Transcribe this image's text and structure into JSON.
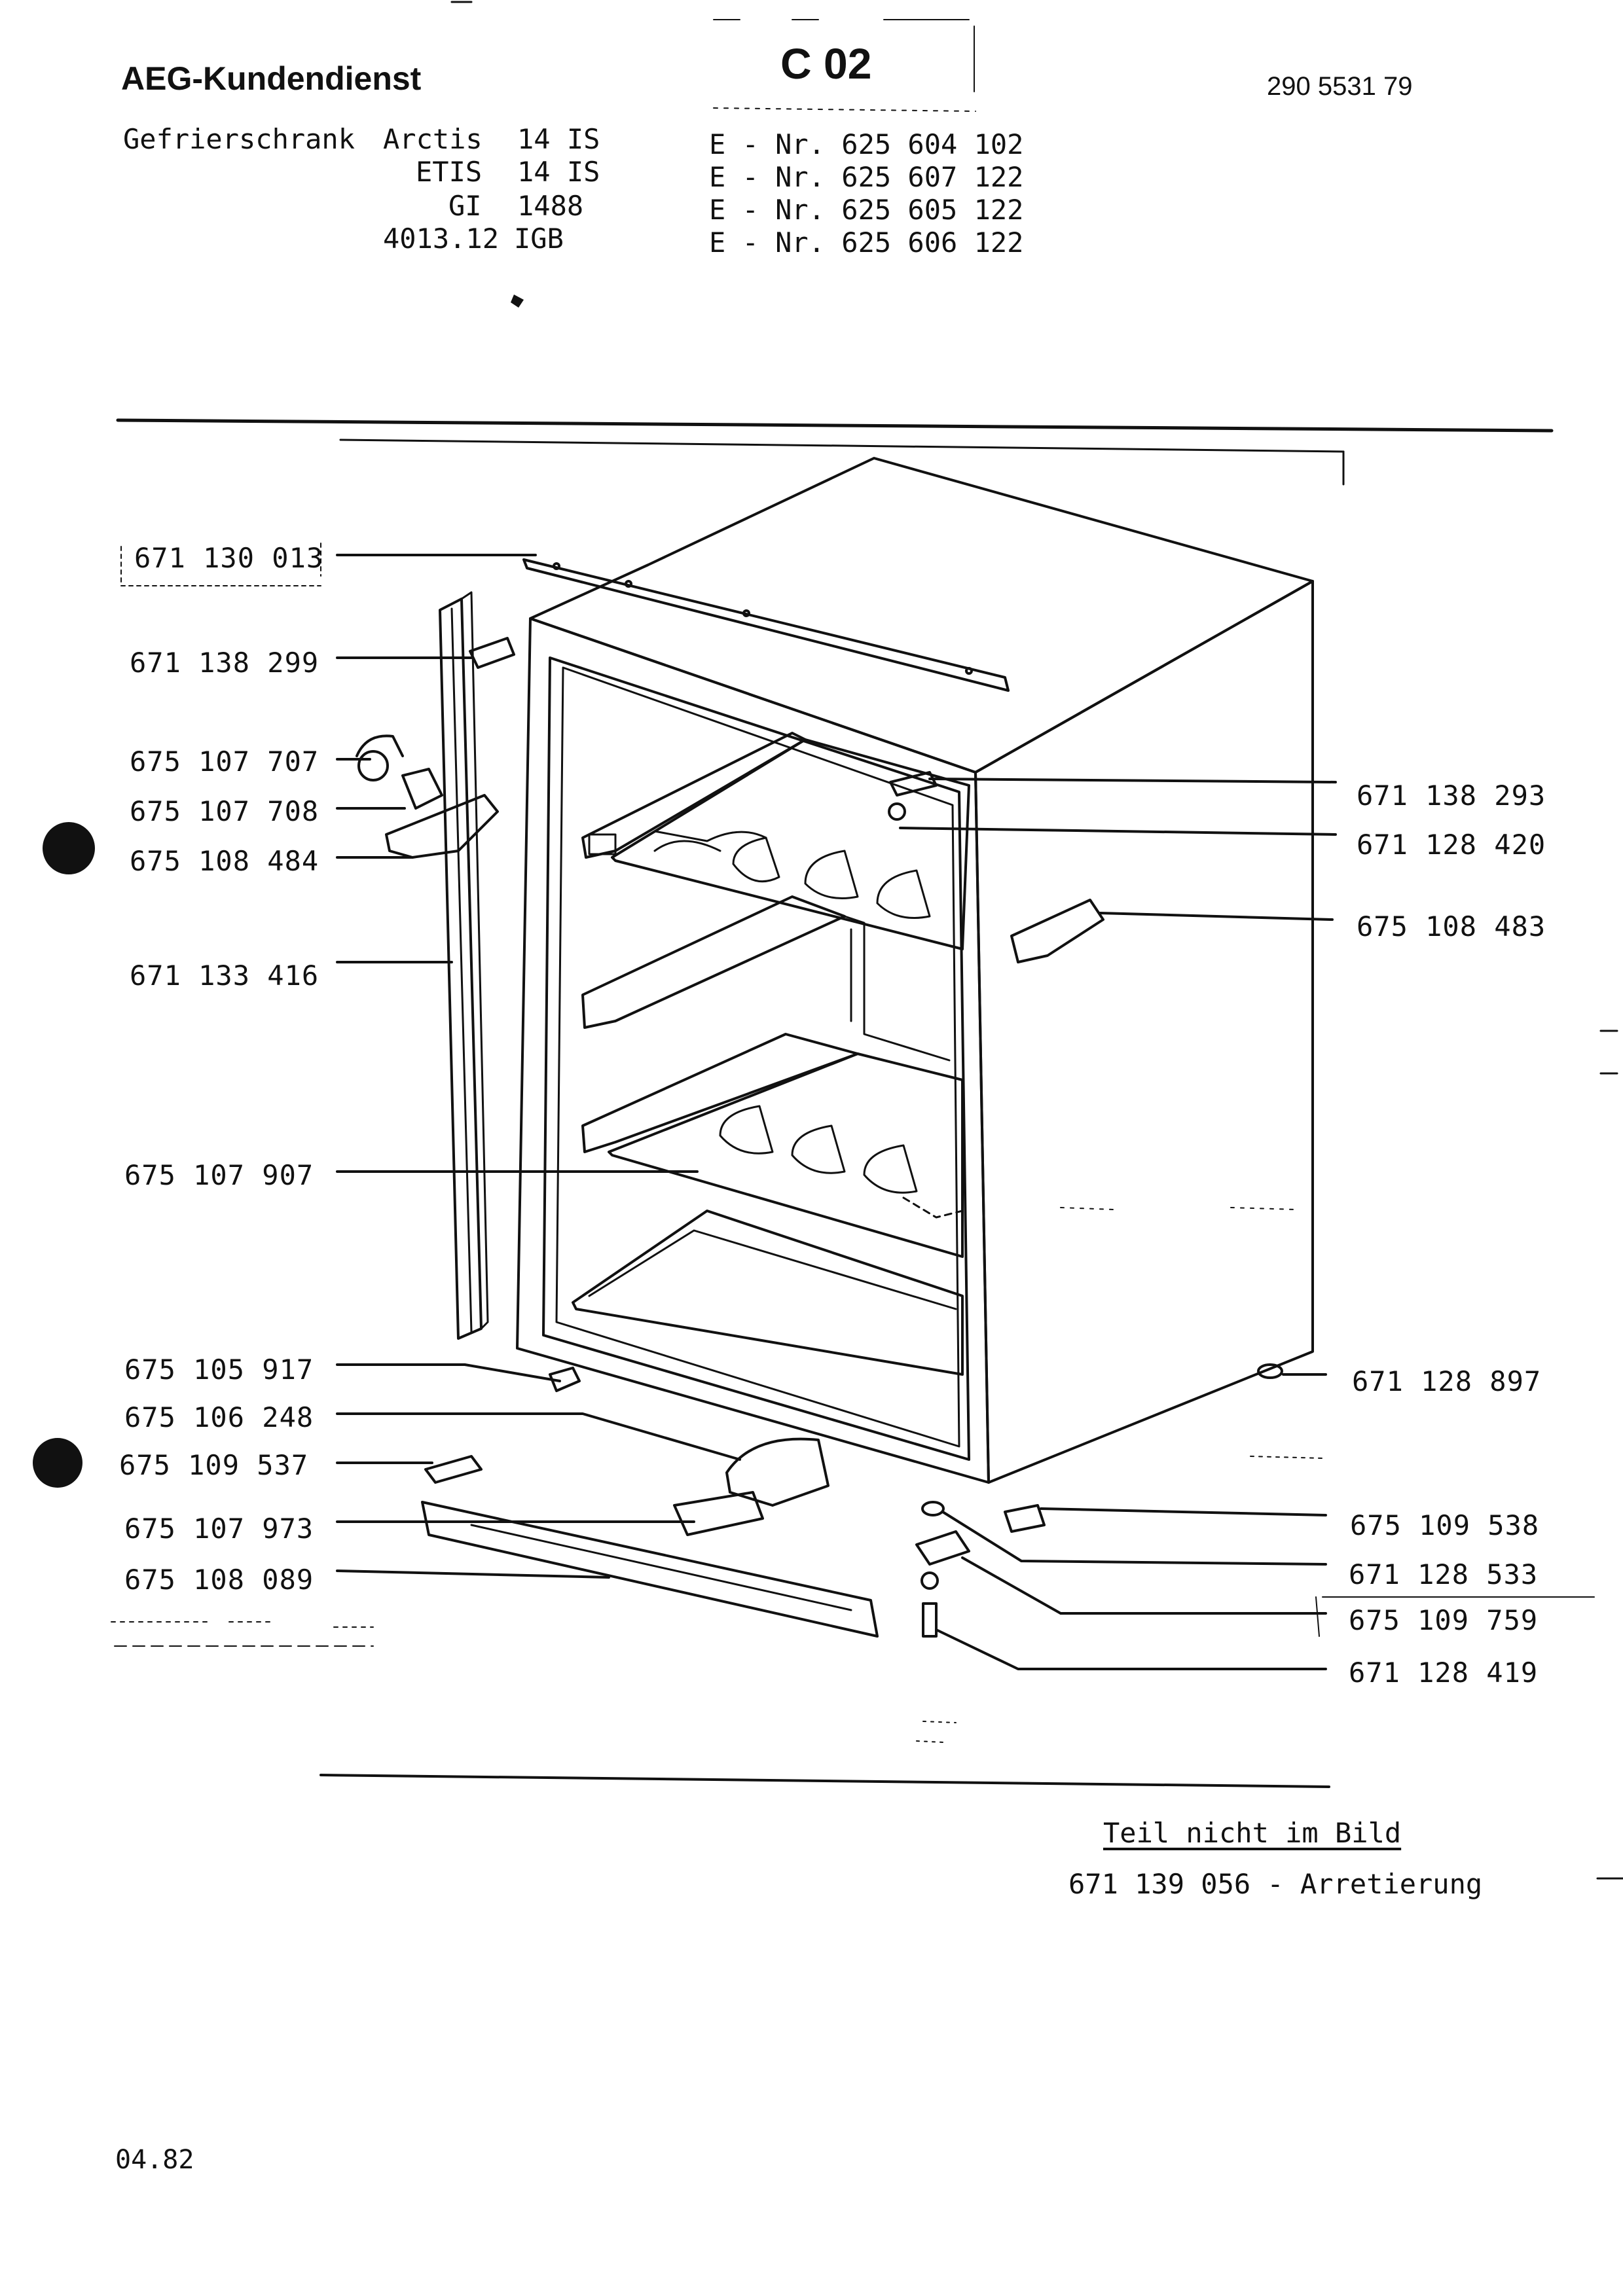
{
  "header": {
    "brand": "AEG-Kundendienst",
    "page_code": "C 02",
    "doc_number": "290 5531 79",
    "appliance_type": "Gefrierschrank",
    "models": [
      {
        "name": "Arctis",
        "variant": "14 IS",
        "e_nr": "E - Nr. 625 604 102"
      },
      {
        "name": "ETIS",
        "variant": "14 IS",
        "e_nr": "E - Nr. 625 607 122"
      },
      {
        "name": "GI",
        "variant": "1488",
        "e_nr": "E - Nr. 625 605 122"
      },
      {
        "name": "4013.12",
        "variant": "IGB",
        "e_nr": "E - Nr. 625 606 122"
      }
    ]
  },
  "parts_left": [
    "671 130 013",
    "671 138 299",
    "675 107 707",
    "675 107 708",
    "675 108 484",
    "671 133 416",
    "675 107 907",
    "675 105 917",
    "675 106 248",
    "675 109 537",
    "675 107 973",
    "675 108 089"
  ],
  "parts_right": [
    "671 138 293",
    "671 128 420",
    "675 108 483",
    "671 128 897",
    "675 109 538",
    "671 128 533",
    "675 109 759",
    "671 128 419"
  ],
  "footer_note": {
    "heading": "Teil nicht im Bild",
    "item": "671 139 056 - Arretierung"
  },
  "date": "04.82"
}
